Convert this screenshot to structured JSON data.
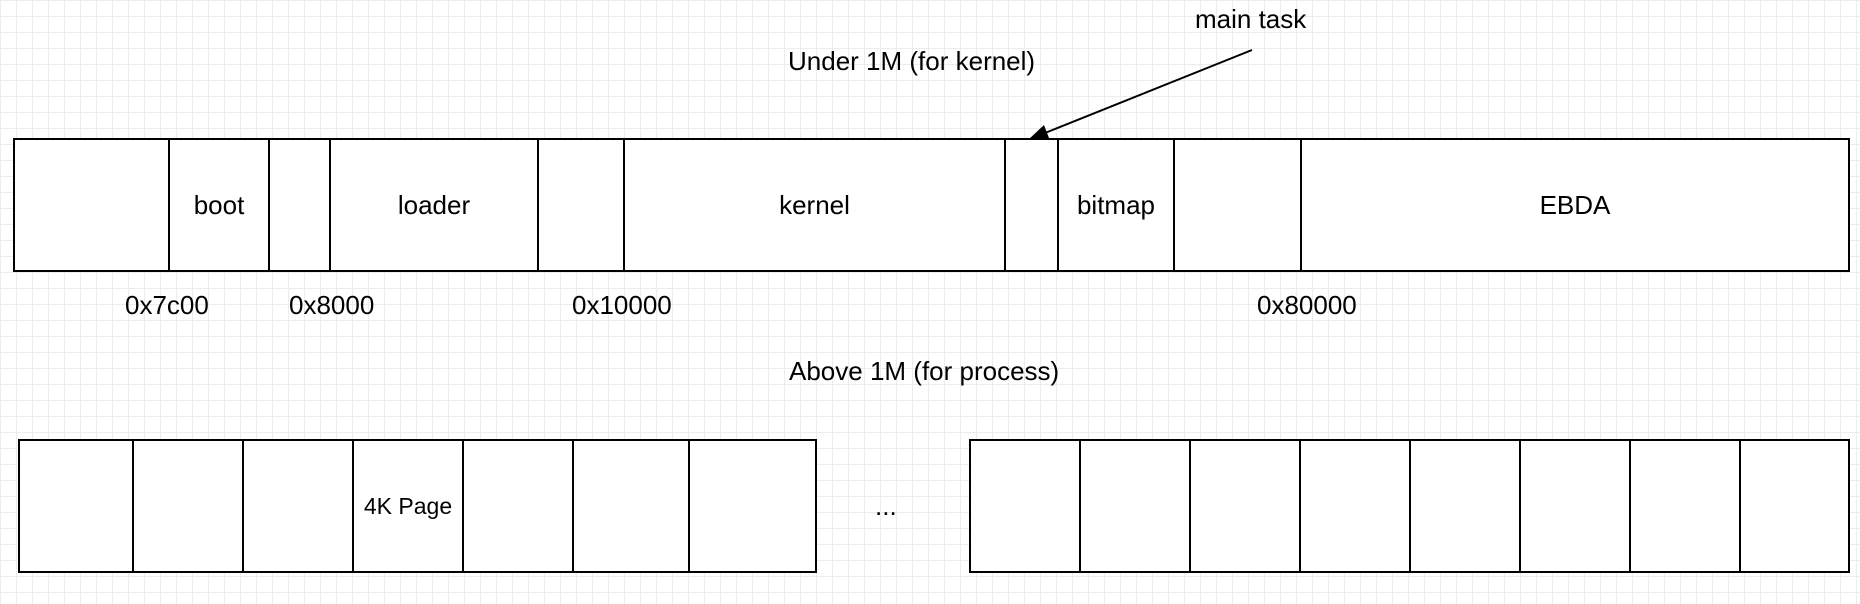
{
  "kernel_section": {
    "title": "Under 1M (for kernel)",
    "blocks": [
      "",
      "boot",
      "",
      "loader",
      "",
      "kernel",
      "",
      "bitmap",
      "",
      "EBDA"
    ],
    "addresses": [
      "0x7c00",
      "0x8000",
      "0x10000",
      "0x80000"
    ],
    "annotation": "main task"
  },
  "process_section": {
    "title": "Above 1M (for process)",
    "left_pages": [
      "",
      "",
      "",
      "4K Page",
      "",
      "",
      ""
    ],
    "ellipsis": "...",
    "right_pages": [
      "",
      "",
      "",
      "",
      "",
      "",
      "",
      ""
    ]
  }
}
